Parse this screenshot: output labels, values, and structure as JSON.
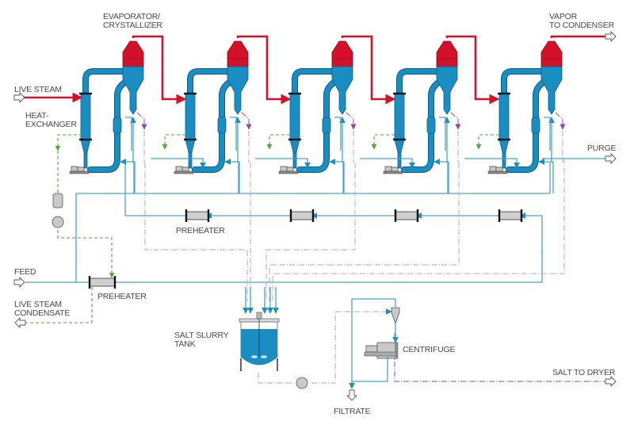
{
  "diagram": {
    "title": "Multiple-effect evaporator / crystallizer salt process flow",
    "labels": {
      "evaporator_line1": "EVAPORATOR/",
      "evaporator_line2": "CRYSTALLIZER",
      "vapor_line1": "VAPOR",
      "vapor_line2": "TO CONDENSER",
      "live_steam": "LIVE STEAM",
      "heat_exchanger_line1": "HEAT-",
      "heat_exchanger_line2": "EXCHANGER",
      "purge": "PURGE",
      "preheater_upper": "PREHEATER",
      "feed": "FEED",
      "preheater_lower": "PREHEATER",
      "condensate_line1": "LIVE STEAM",
      "condensate_line2": "CONDENSATE",
      "salt_slurry_line1": "SALT SLURRY",
      "salt_slurry_line2": "TANK",
      "centrifuge": "CENTRIFUGE",
      "salt_to_dryer": "SALT TO DRYER",
      "filtrate": "FILTRATE"
    },
    "effects_count": 5,
    "stream_colors": {
      "steam_vapor": "#d4112b",
      "liquor": "#4aa3c6",
      "condensate": "#4fa83a",
      "salt_slurry": "#9b6fa6",
      "vessel_body": "#1a8ec2",
      "equipment_grey": "#c9c9c9"
    },
    "legend_icons": {
      "inlet_arrow": "hollow-arrow-right-icon",
      "outlet_arrow": "hollow-arrow-icon",
      "pump": "pump-icon",
      "preheater": "shell-tube-preheater-icon",
      "tank": "agitated-tank-icon",
      "cyclone": "hydrocyclone-icon",
      "centrifuge": "centrifuge-icon"
    }
  }
}
